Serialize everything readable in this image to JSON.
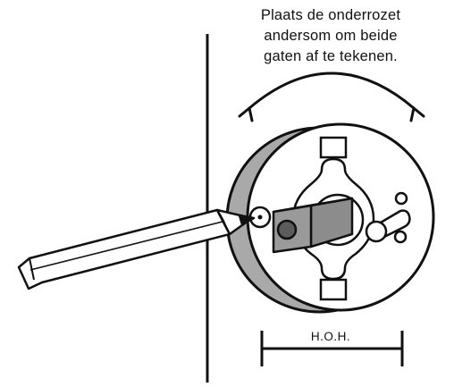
{
  "instruction": {
    "lines": [
      "Plaats de onderrozet",
      "andersom om beide",
      "gaten af te tekenen."
    ]
  },
  "dimension": {
    "label": "H.O.H."
  },
  "colors": {
    "stroke": "#111111",
    "rosette_ring": "#a9a9a9",
    "square_spindle": "#8c8c8c",
    "spindle_dark": "#5c5c5c",
    "spindle_face": "#9a9a9a",
    "background": "#ffffff"
  },
  "icons": [
    "rotate-arrow-icon",
    "pencil-icon"
  ]
}
